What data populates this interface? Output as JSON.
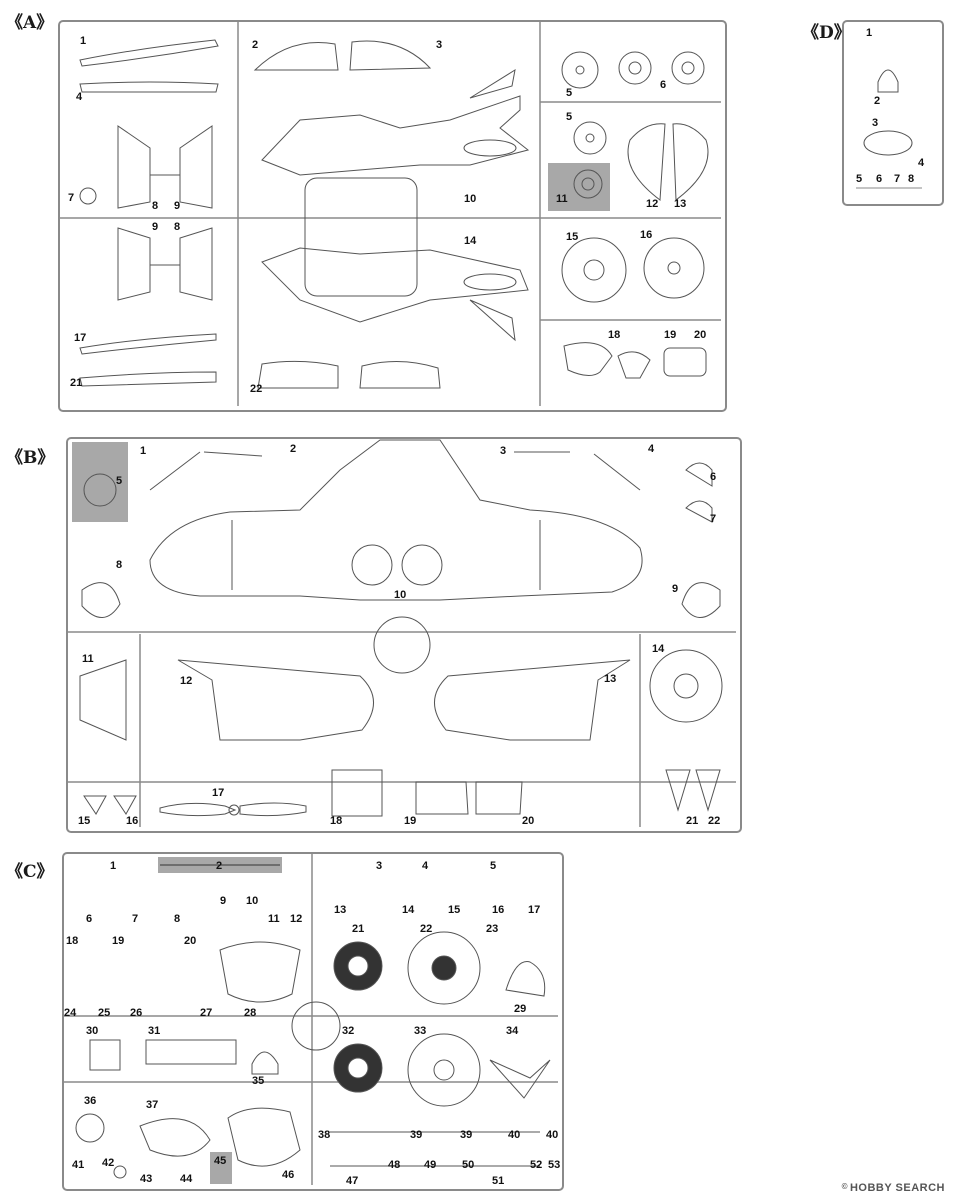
{
  "sprues": {
    "A": {
      "label": "《A》",
      "parts": [
        "1",
        "2",
        "3",
        "4",
        "5",
        "6",
        "5",
        "7",
        "8",
        "9",
        "9",
        "8",
        "10",
        "11",
        "12",
        "13",
        "14",
        "15",
        "16",
        "17",
        "18",
        "19",
        "20",
        "21",
        "22"
      ]
    },
    "B": {
      "label": "《B》",
      "parts": [
        "1",
        "2",
        "3",
        "4",
        "5",
        "6",
        "7",
        "8",
        "9",
        "10",
        "11",
        "12",
        "13",
        "14",
        "15",
        "16",
        "17",
        "18",
        "19",
        "20",
        "21",
        "22"
      ]
    },
    "C": {
      "label": "《C》",
      "parts": [
        "1",
        "2",
        "3",
        "4",
        "5",
        "6",
        "7",
        "8",
        "9",
        "10",
        "11",
        "12",
        "13",
        "14",
        "15",
        "16",
        "17",
        "18",
        "19",
        "20",
        "21",
        "22",
        "23",
        "24",
        "25",
        "26",
        "27",
        "28",
        "29",
        "30",
        "31",
        "32",
        "33",
        "34",
        "35",
        "36",
        "37",
        "38",
        "39",
        "39",
        "40",
        "40",
        "41",
        "42",
        "43",
        "44",
        "45",
        "46",
        "47",
        "48",
        "49",
        "50",
        "51",
        "52",
        "53"
      ]
    },
    "D": {
      "label": "《D》",
      "parts": [
        "1",
        "2",
        "3",
        "4",
        "5",
        "6",
        "7",
        "8"
      ]
    }
  },
  "watermark": {
    "brand": "HOBBY SEARCH",
    "copyright": "©"
  },
  "colors": {
    "sprue_frame": "#8a8a8a",
    "part_outline": "#555555",
    "highlight": "#a8a8a8"
  }
}
